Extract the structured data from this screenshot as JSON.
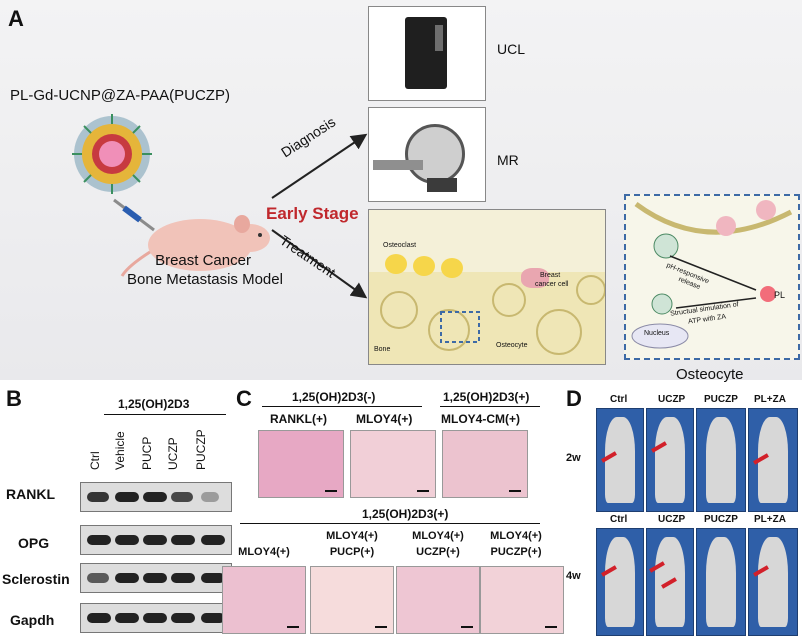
{
  "panel_A": {
    "letter": "A",
    "nanoparticle_label": "PL-Gd-UCNP@ZA-PAA(PUCZP)",
    "model_label_line1": "Breast Cancer",
    "model_label_line2": "Bone Metastasis Model",
    "diagnosis_label": "Diagnosis",
    "treatment_label": "Treatment",
    "early_stage_label": "Early Stage",
    "ucl_label": "UCL",
    "mr_label": "MR",
    "osteoclast_label": "Osteoclast",
    "breast_cancer_cell_label_line1": "Breast",
    "breast_cancer_cell_label_line2": "cancer cell",
    "bone_label": "Bone",
    "osteocyte_inner_label": "Osteocyte",
    "inset_title": "Osteocyte",
    "ph_label_line1": "pH-responsive",
    "ph_label_line2": "release",
    "pl_label": "PL",
    "nucleus_label": "Nucleus",
    "struct_label_line1": "Structual simulation of",
    "struct_label_line2": "ATP with ZA",
    "colors": {
      "early_stage": "#c0282d",
      "arrow": "#222222",
      "inset_border": "#3d6aa6"
    }
  },
  "panel_B": {
    "letter": "B",
    "treatment_header": "1,25(OH)2D3",
    "lanes": [
      "Ctrl",
      "Vehicle",
      "PUCP",
      "UCZP",
      "PUCZP"
    ],
    "rows": [
      "RANKL",
      "OPG",
      "Sclerostin",
      "Gapdh"
    ]
  },
  "panel_C": {
    "letter": "C",
    "top_left_header": "1,25(OH)2D3(-)",
    "top_right_header": "1,25(OH)2D3(+)",
    "top_images": [
      "RANKL(+)",
      "MLOY4(+)",
      "MLOY4-CM(+)"
    ],
    "bottom_header": "1,25(OH)2D3(+)",
    "bottom_images": [
      {
        "line1": "MLOY4(+)",
        "line2": ""
      },
      {
        "line1": "MLOY4(+)",
        "line2": "PUCP(+)"
      },
      {
        "line1": "MLOY4(+)",
        "line2": "UCZP(+)"
      },
      {
        "line1": "MLOY4(+)",
        "line2": "PUCZP(+)"
      }
    ]
  },
  "panel_D": {
    "letter": "D",
    "columns": [
      "Ctrl",
      "UCZP",
      "PUCZP",
      "PL+ZA"
    ],
    "rows": [
      "2w",
      "4w"
    ],
    "colors": {
      "background": "#2f5fa8",
      "arrow": "#d2202a"
    }
  }
}
